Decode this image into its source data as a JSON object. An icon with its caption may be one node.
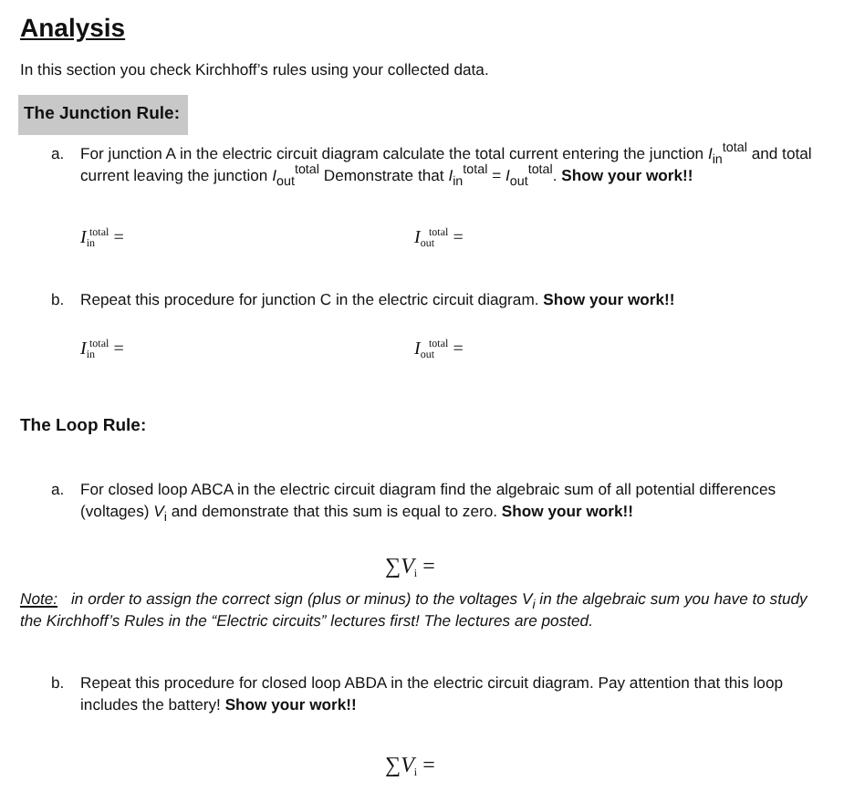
{
  "diagram": {
    "title": "Analysis",
    "nodes": [
      {
        "text": [
          "The Junction Rule:"
        ]
      }
    ],
    "edges": [],
    "labels": [
      "In this section you check Kirchhoff’s rules using your collected data.",
      "a.",
      "For junction A in the electric circuit diagram calculate the total current entering the junction *I*$_{in}$$^{total}$ and total current leaving the junction *I*$_{out}$$^{total}$ Demonstrate that *I*$_{in}$$^{total}$ = *I*$_{out}$$^{total}$. **Show your work!!**",
      "*I*$_{in}$$^{total}$ =",
      "*I*$_{out}$$^{total}$ =",
      "b.",
      "Repeat this procedure for junction C in the electric circuit diagram. **Show your work!!**",
      "*I*$_{in}$$^{total}$ =",
      "*I*$_{out}$$^{total}$ =",
      "The Loop Rule:",
      "a.",
      "For closed loop ABCA in the electric circuit diagram find the algebraic sum of all potential differences (voltages) *V*$_{i}$ and demonstrate that this sum is equal to zero. **Show your work!!**",
      "∑*V*$_{i}$ =",
      "Note:",
      "in order to assign the correct sign (plus or minus) to the voltages *V*$_{i}$ in the algebraic sum you have to study the Kirchhoff’s Rules in the “Electric circuits” lectures first! The lectures are posted.",
      "b.",
      "Repeat this procedure for closed loop ABDA in the electric circuit diagram. Pay attention that this loop includes the battery! **Show your work!!**",
      "∑*V*$_{i}$ ="
    ]
  }
}
